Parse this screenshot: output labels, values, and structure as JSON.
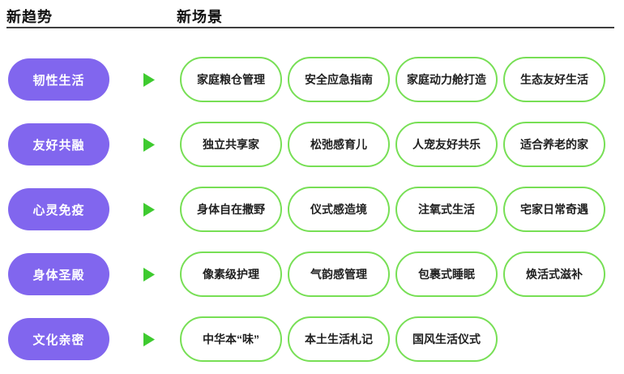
{
  "header": {
    "trend_title": "新趋势",
    "scene_title": "新场景"
  },
  "colors": {
    "purple_pill_bg": "#8166ee",
    "purple_pill_text": "#ffffff",
    "arrow_green": "#3ecb2f",
    "scene_border_green": "#77df55",
    "scene_text": "#1f1f1f",
    "divider": "#3f3f3f"
  },
  "rows": [
    {
      "trend": "韧性生活",
      "scenes": [
        "家庭粮仓管理",
        "安全应急指南",
        "家庭动力舱打造",
        "生态友好生活"
      ]
    },
    {
      "trend": "友好共融",
      "scenes": [
        "独立共享家",
        "松弛感育儿",
        "人宠友好共乐",
        "适合养老的家"
      ]
    },
    {
      "trend": "心灵免疫",
      "scenes": [
        "身体自在撒野",
        "仪式感造境",
        "注氧式生活",
        "宅家日常奇遇"
      ]
    },
    {
      "trend": "身体圣殿",
      "scenes": [
        "像素级护理",
        "气韵感管理",
        "包裹式睡眠",
        "焕活式滋补"
      ]
    },
    {
      "trend": "文化亲密",
      "scenes": [
        "中华本“味”",
        "本土生活札记",
        "国风生活仪式"
      ]
    }
  ]
}
